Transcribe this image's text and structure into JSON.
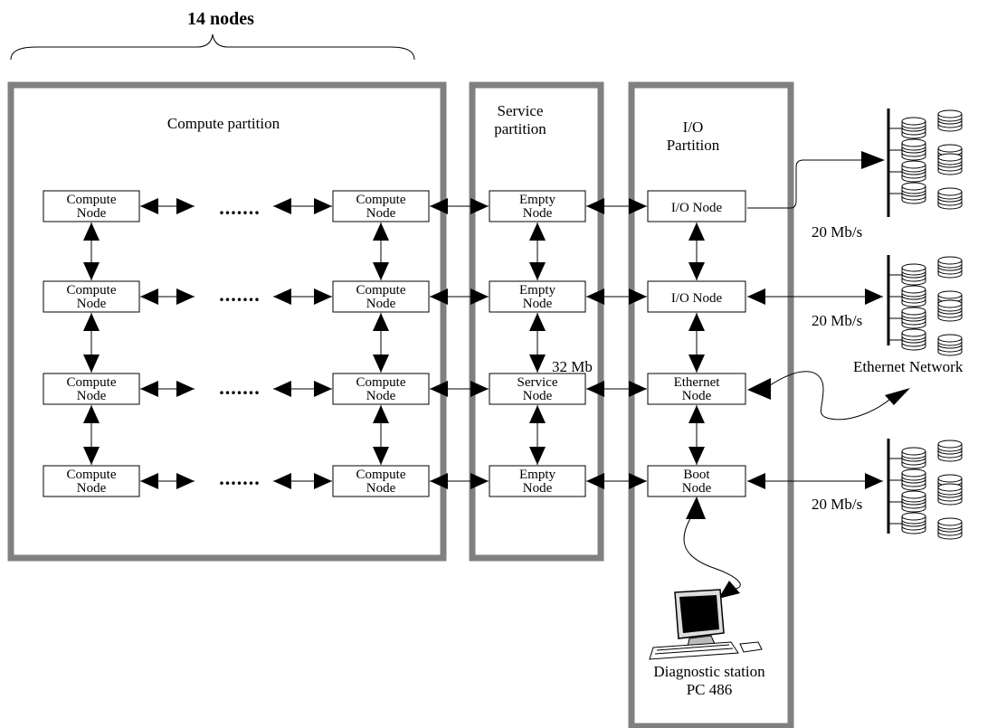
{
  "header": {
    "title": "14 nodes"
  },
  "partitions": {
    "compute": {
      "label": "Compute partition"
    },
    "service": {
      "label_lines": [
        "Service",
        "partition"
      ]
    },
    "io": {
      "label_lines": [
        "I/O",
        "Partition"
      ]
    }
  },
  "nodes": {
    "compute": [
      "Compute",
      "Node"
    ],
    "empty": [
      "Empty",
      "Node"
    ],
    "service": [
      "Service",
      "Node"
    ],
    "io_single": "I/O Node",
    "ethernet": [
      "Ethernet",
      "Node"
    ],
    "boot": [
      "Boot",
      "Node"
    ]
  },
  "ellipsis": ".......",
  "links": {
    "service_bandwidth": "32 Mb",
    "disk_bandwidth": "20 Mb/s",
    "ethernet_network": "Ethernet Network"
  },
  "diagnostic_station": {
    "lines": [
      "Diagnostic station",
      "PC 486"
    ]
  },
  "icons": {
    "disk": "disk-stack-icon",
    "computer": "desktop-computer-icon"
  }
}
